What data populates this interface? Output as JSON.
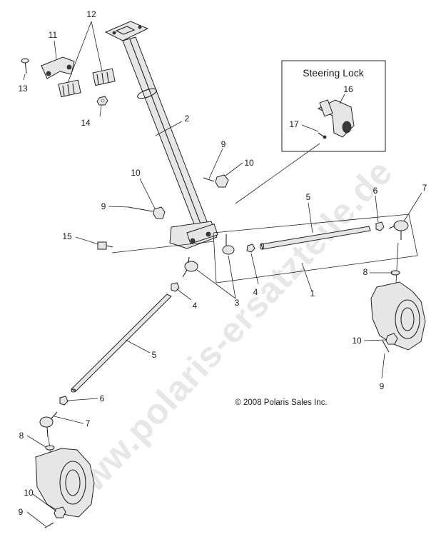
{
  "watermark": "www.polaris-ersatzteile.de",
  "inset": {
    "title": "Steering Lock"
  },
  "copyright": "© 2008 Polaris Sales Inc.",
  "callouts": [
    {
      "id": "c12",
      "text": "12"
    },
    {
      "id": "c11",
      "text": "11"
    },
    {
      "id": "c13",
      "text": "13"
    },
    {
      "id": "c14",
      "text": "14"
    },
    {
      "id": "c2",
      "text": "2"
    },
    {
      "id": "c16",
      "text": "16"
    },
    {
      "id": "c17",
      "text": "17"
    },
    {
      "id": "c9a",
      "text": "9"
    },
    {
      "id": "c10a",
      "text": "10"
    },
    {
      "id": "c10b",
      "text": "10"
    },
    {
      "id": "c9b",
      "text": "9"
    },
    {
      "id": "c15",
      "text": "15"
    },
    {
      "id": "c5a",
      "text": "5"
    },
    {
      "id": "c6a",
      "text": "6"
    },
    {
      "id": "c7a",
      "text": "7"
    },
    {
      "id": "c4a",
      "text": "4"
    },
    {
      "id": "c1",
      "text": "1"
    },
    {
      "id": "c8a",
      "text": "8"
    },
    {
      "id": "c4b",
      "text": "4"
    },
    {
      "id": "c3",
      "text": "3"
    },
    {
      "id": "c10c",
      "text": "10"
    },
    {
      "id": "c9c",
      "text": "9"
    },
    {
      "id": "c5b",
      "text": "5"
    },
    {
      "id": "c6b",
      "text": "6"
    },
    {
      "id": "c7b",
      "text": "7"
    },
    {
      "id": "c8b",
      "text": "8"
    },
    {
      "id": "c10d",
      "text": "10"
    },
    {
      "id": "c9d",
      "text": "9"
    }
  ]
}
